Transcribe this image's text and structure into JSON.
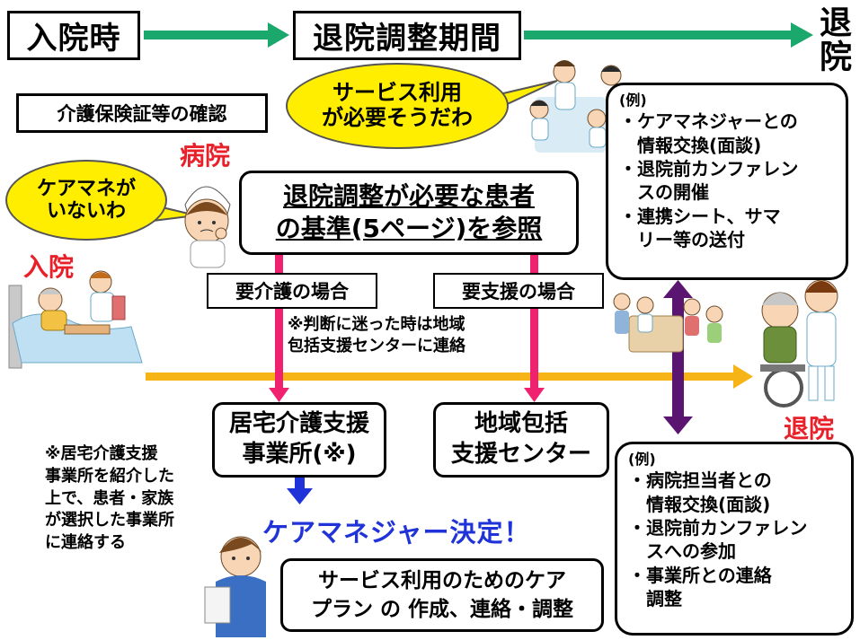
{
  "header": {
    "admission": "入院時",
    "period": "退院調整期間",
    "discharge": "退院"
  },
  "insurance_check": "介護保険証等の確認",
  "bubbles": {
    "service_line1": "サービス利用",
    "service_line2": "が必要そうだわ",
    "caremanager_line1": "ケアマネが",
    "caremanager_line2": "いないわ"
  },
  "labels": {
    "hospital": "病院",
    "admission": "入院",
    "discharge": "退院"
  },
  "criteria": {
    "line1": "退院調整が必要な患者",
    "line2": "の基準(5ページ)を参照"
  },
  "care_needed": "要介護の場合",
  "support_needed": "要支援の場合",
  "note_uncertain": {
    "line1": "※判断に迷った時は地域",
    "line2": "包括支援センターに連絡"
  },
  "home_care_office": {
    "line1": "居宅介護支援",
    "line2": "事業所(※)"
  },
  "regional_center": {
    "line1": "地域包括",
    "line2": "支援センター"
  },
  "footnote": [
    "※居宅介護支援",
    "事業所を紹介した",
    "上で、患者・家族",
    "が選択した事業所",
    "に連絡する"
  ],
  "decided": "ケアマネジャー決定！",
  "care_plan": {
    "line1": "サービス利用のためのケア",
    "line2": "プラン の 作成、連絡・調整"
  },
  "hospital_examples": {
    "heading": "(例)",
    "items": [
      "・ケアマネジャーとの",
      "情報交換(面談)",
      "・退院前カンファレン",
      "スの開催",
      "・連携シート、サマ",
      "リー等の送付"
    ]
  },
  "office_examples": {
    "heading": "(例)",
    "items": [
      "・病院担当者との",
      "情報交換(面談)",
      "・退院前カンファレン",
      "スへの参加",
      "・事業所との連絡",
      "調整"
    ]
  },
  "colors": {
    "header_arrow": "#1aa86c",
    "pink_arrow": "#f0216e",
    "timeline": "#f7b416",
    "purple_arrow": "#5a1570",
    "blue_arrow": "#1f33d8",
    "bubble": "#ffee00",
    "red_label": "#e8202a",
    "decided_text": "#1f33d8"
  },
  "illustrations": [
    "nurses-meeting-illustration",
    "nurse-illustration",
    "bedside-patient-illustration",
    "group-meeting-illustration",
    "wheelchair-illustration",
    "care-manager-illustration"
  ]
}
